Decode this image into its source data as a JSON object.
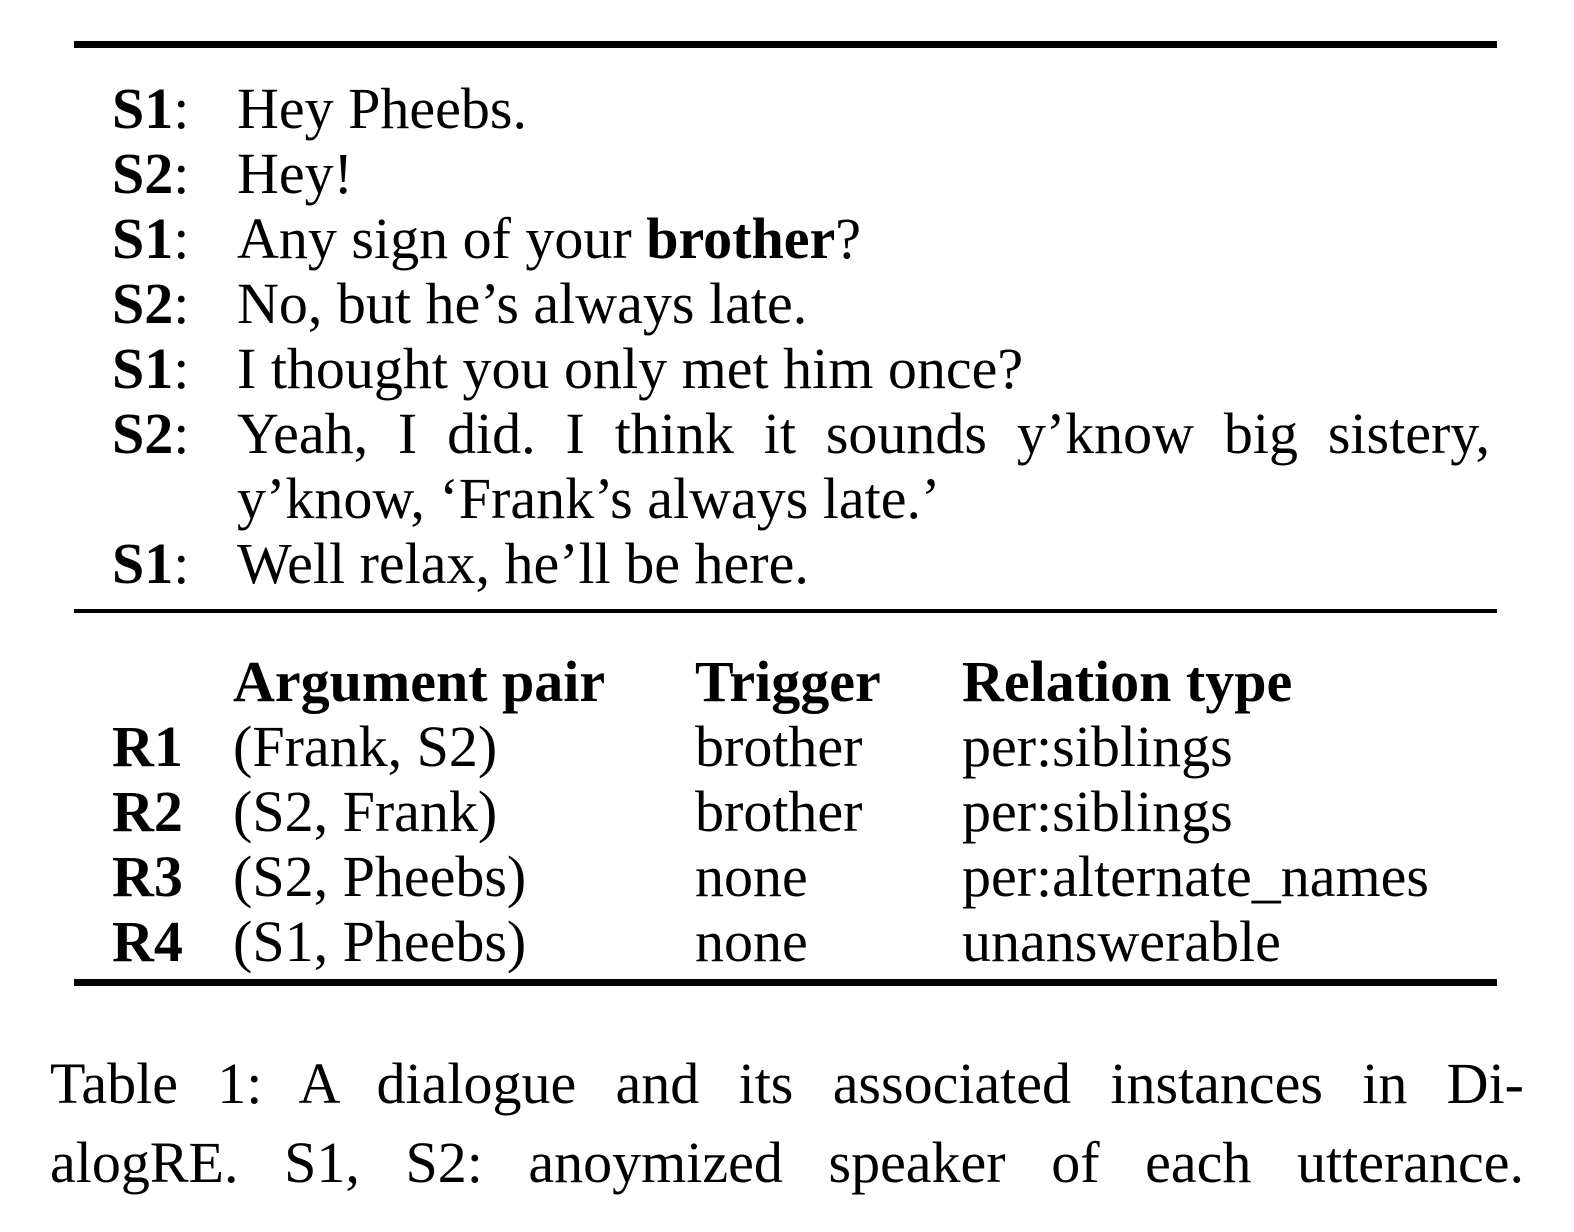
{
  "colors": {
    "background": "#ffffff",
    "text": "#000000",
    "rule": "#000000"
  },
  "dialogue": {
    "lines": [
      {
        "speaker": "S1",
        "colon": ":",
        "text": "Hey Pheebs."
      },
      {
        "speaker": "S2",
        "colon": ":",
        "text": "Hey!"
      },
      {
        "speaker": "S1",
        "colon": ":",
        "pre": "Any sign of your ",
        "bold": "brother",
        "post": "?"
      },
      {
        "speaker": "S2",
        "colon": ":",
        "text": "No, but he’s always late."
      },
      {
        "speaker": "S1",
        "colon": ":",
        "text": "I thought you only met him once?"
      },
      {
        "speaker": "S2",
        "colon": ":",
        "text": "Yeah, I did. I think it sounds y’know big sistery,"
      },
      {
        "speaker": "",
        "colon": "",
        "text": "y’know, ‘Frank’s always late.’"
      },
      {
        "speaker": "S1",
        "colon": ":",
        "text": "Well relax, he’ll be here."
      }
    ]
  },
  "relations": {
    "columns": {
      "argument_pair": "Argument pair",
      "trigger": "Trigger",
      "relation_type": "Relation type"
    },
    "rows": [
      {
        "id": "R1",
        "argument_pair": "(Frank, S2)",
        "trigger": "brother",
        "relation_type": "per:siblings"
      },
      {
        "id": "R2",
        "argument_pair": "(S2, Frank)",
        "trigger": "brother",
        "relation_type": "per:siblings"
      },
      {
        "id": "R3",
        "argument_pair": "(S2, Pheebs)",
        "trigger": "none",
        "relation_type": "per:alternate_names"
      },
      {
        "id": "R4",
        "argument_pair": "(S1, Pheebs)",
        "trigger": "none",
        "relation_type": "unanswerable"
      }
    ]
  },
  "caption": {
    "line1": "Table 1: A dialogue and its associated instances in Di-",
    "line2": "alogRE. S1, S2: anoymized speaker of each utterance."
  }
}
